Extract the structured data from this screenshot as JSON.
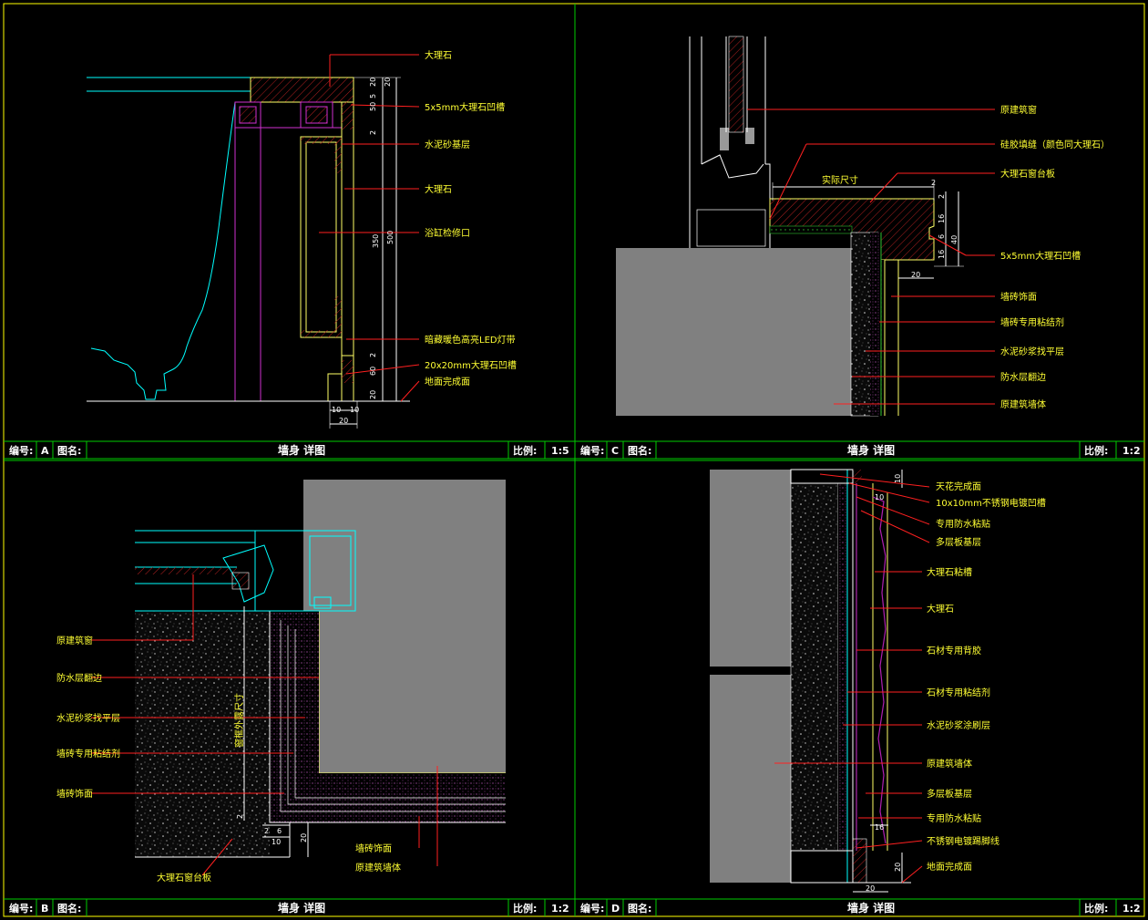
{
  "panels": [
    {
      "id": "A",
      "number_label": "编号:",
      "number": "A",
      "name_label": "图名:",
      "title": "墙身 详图",
      "scale_label": "比例:",
      "scale": "1:5",
      "callouts": [
        "大理石",
        "5x5mm大理石凹槽",
        "水泥砂基层",
        "大理石",
        "浴缸检修口",
        "暗藏暖色高亮LED灯带",
        "20x20mm大理石凹槽",
        "地面完成面"
      ],
      "dims": [
        "20",
        "50",
        "5",
        "20",
        "2",
        "350",
        "500",
        "2",
        "60",
        "20",
        "10",
        "10",
        "20"
      ]
    },
    {
      "id": "C",
      "number_label": "编号:",
      "number": "C",
      "name_label": "图名:",
      "title": "墙身 详图",
      "scale_label": "比例:",
      "scale": "1:2",
      "callouts": [
        "原建筑窗",
        "硅胶填缝（颜色同大理石）",
        "大理石窗台板",
        "5x5mm大理石凹槽",
        "墙砖饰面",
        "墙砖专用粘结剂",
        "水泥砂浆找平层",
        "防水层翻边",
        "原建筑墙体"
      ],
      "dims": [
        "实际尺寸",
        "2",
        "2",
        "16",
        "6",
        "16",
        "40",
        "20"
      ]
    },
    {
      "id": "B",
      "number_label": "编号:",
      "number": "B",
      "name_label": "图名:",
      "title": "墙身 详图",
      "scale_label": "比例:",
      "scale": "1:2",
      "callouts": [
        "原建筑窗",
        "防水层翻边",
        "水泥砂浆找平层",
        "墙砖专用粘结剂",
        "墙砖饰面",
        "大理石窗台板",
        "墙砖饰面",
        "原建筑墙体"
      ],
      "dims": [
        "窗框外露尺寸",
        "2",
        "2",
        "6",
        "10",
        "20"
      ]
    },
    {
      "id": "D",
      "number_label": "编号:",
      "number": "D",
      "name_label": "图名:",
      "title": "墙身 详图",
      "scale_label": "比例:",
      "scale": "1:2",
      "callouts": [
        "天花完成面",
        "10x10mm不锈钢电镀凹槽",
        "专用防水粘贴",
        "多层板基层",
        "大理石粘槽",
        "大理石",
        "石材专用背胶",
        "石材专用粘结剂",
        "水泥砂浆涂刷层",
        "原建筑墙体",
        "多层板基层",
        "专用防水粘贴",
        "不锈钢电镀踢脚线",
        "地面完成面"
      ],
      "dims": [
        "10",
        "10",
        "16",
        "20",
        "20"
      ]
    }
  ],
  "colors": {
    "background": "#000000",
    "frame": "#ffff00",
    "divider": "#00cc00",
    "outline": "#00ffff",
    "leader": "#ff2020",
    "text": "#ffff33",
    "fill_gray": "#808080",
    "purple": "#b020b0"
  }
}
